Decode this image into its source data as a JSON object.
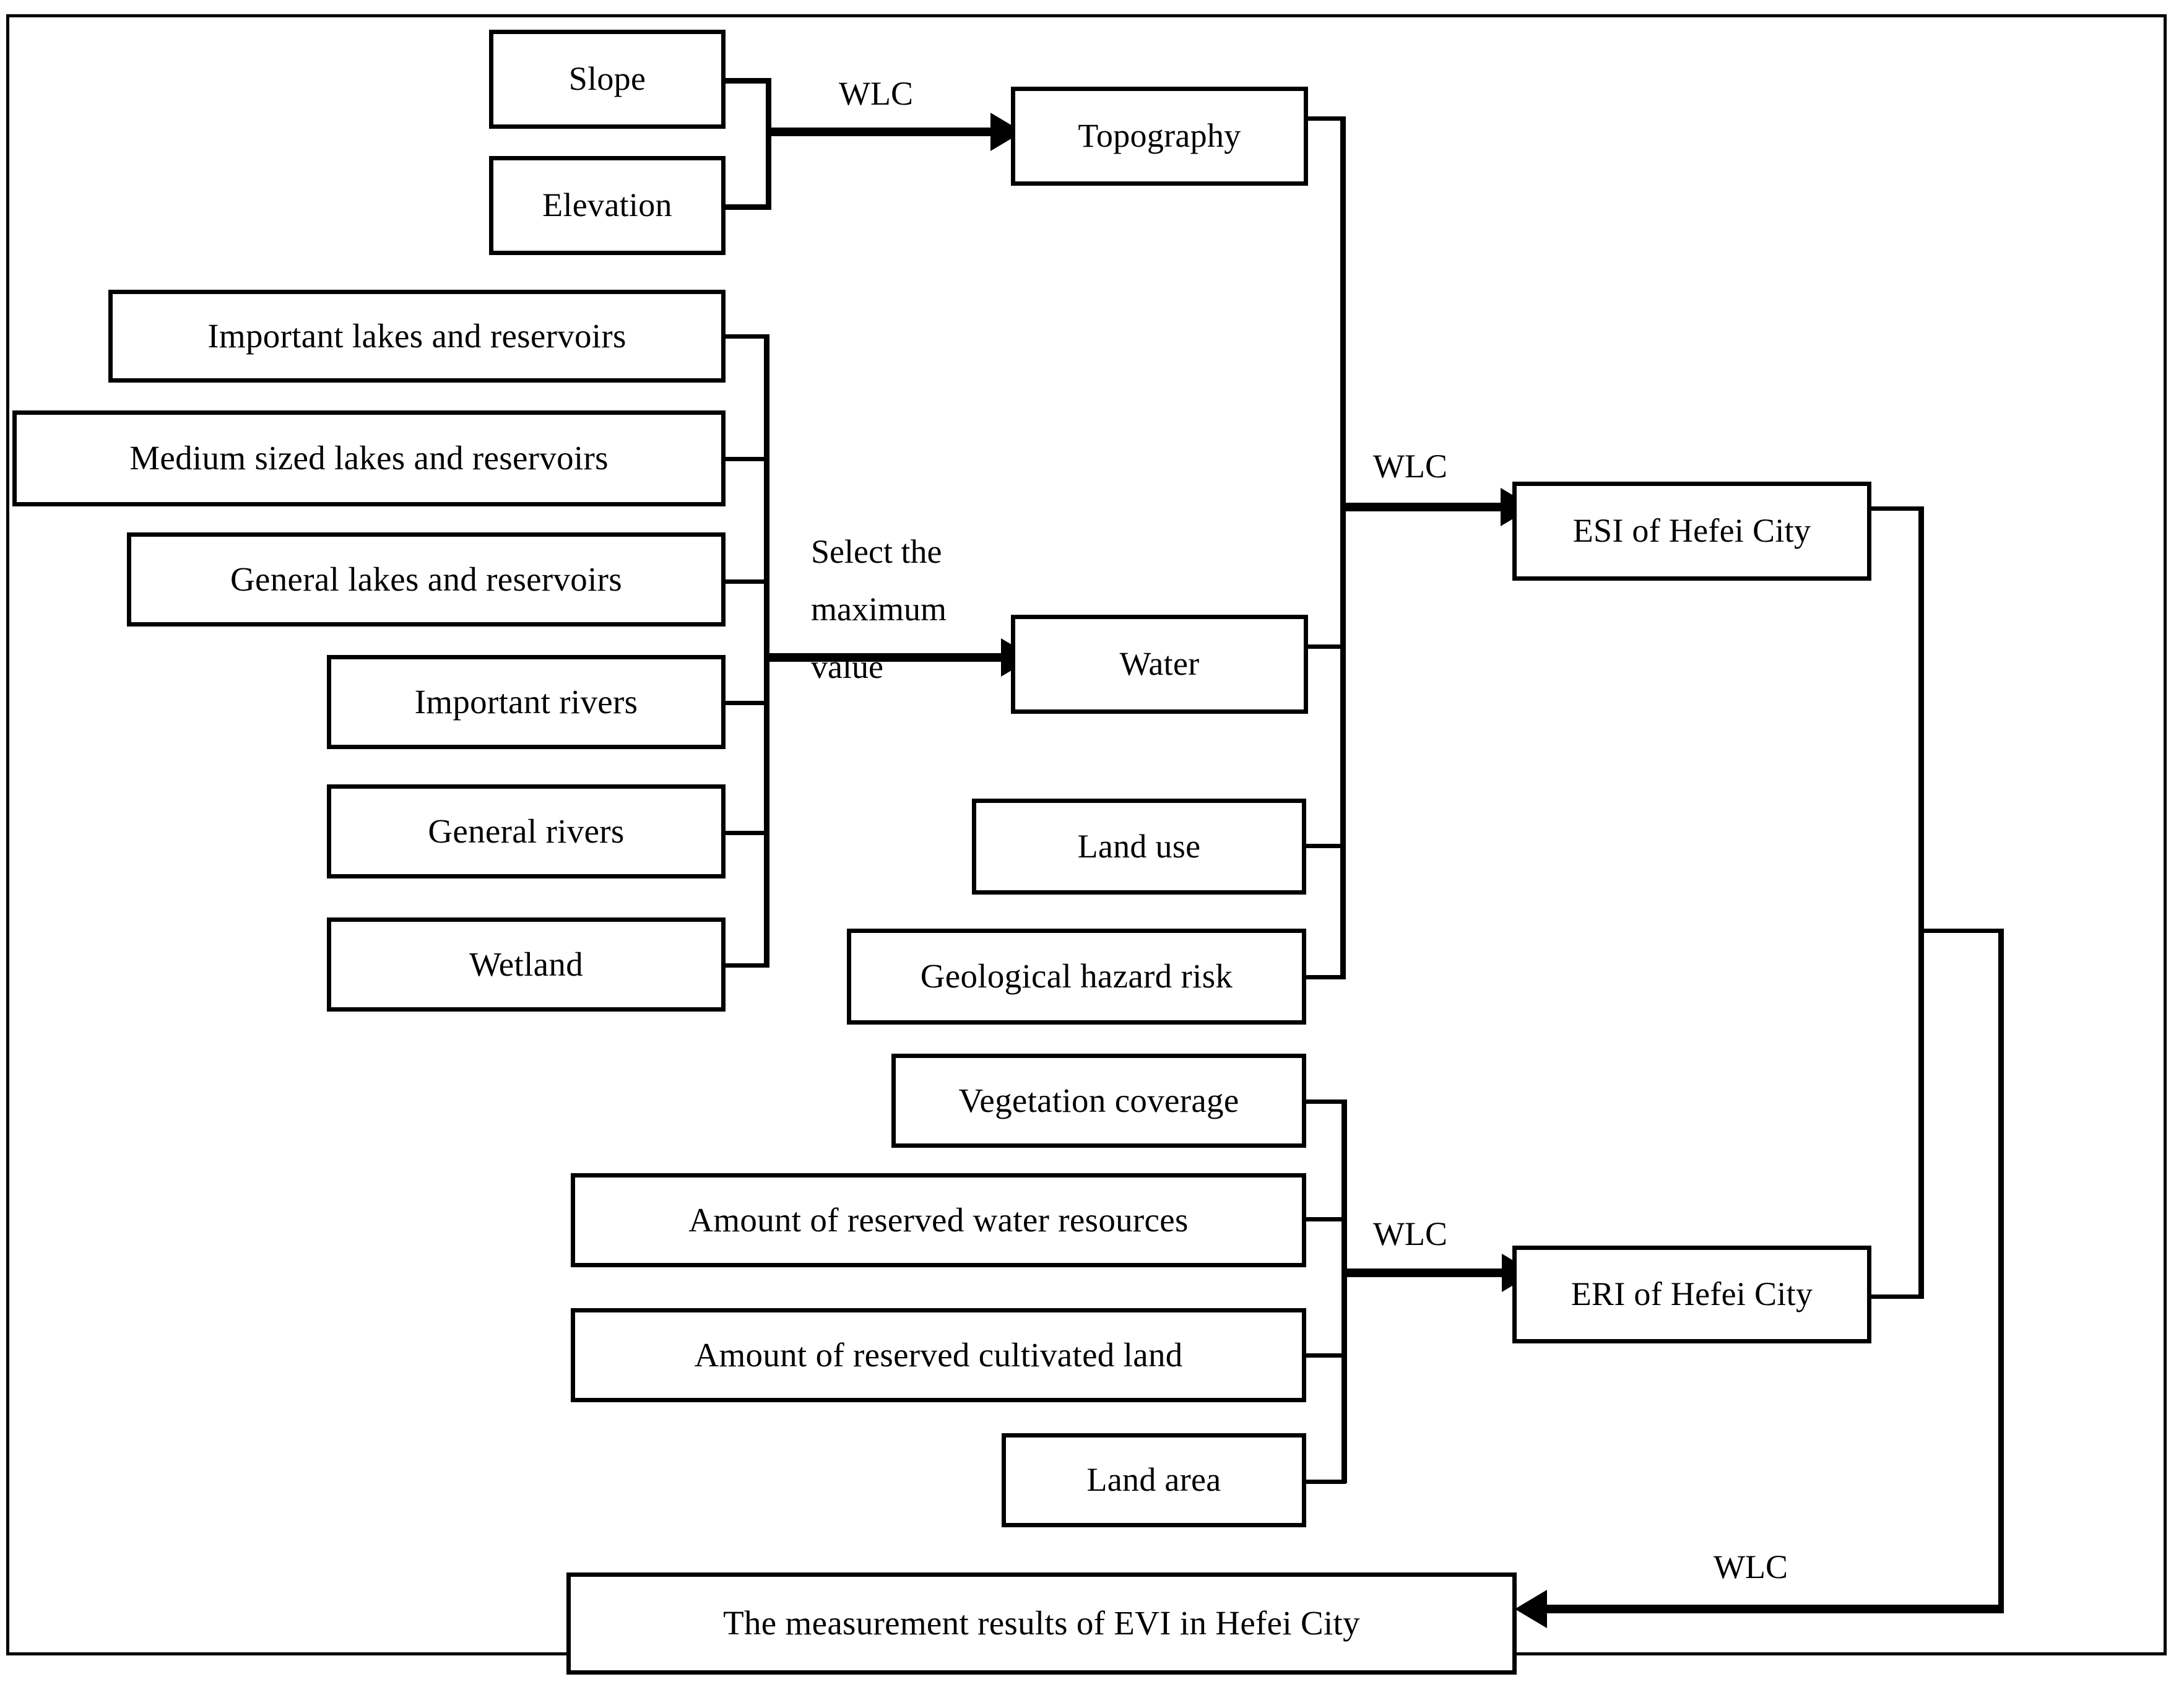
{
  "diagram": {
    "title": "ESI / ERI / EVI measurement framework for Hefei City",
    "inputs_topography": [
      {
        "id": "slope",
        "label": "Slope"
      },
      {
        "id": "elevation",
        "label": "Elevation"
      }
    ],
    "inputs_water": [
      {
        "id": "important-lakes",
        "label": "Important lakes and reservoirs"
      },
      {
        "id": "medium-lakes",
        "label": "Medium sized lakes and reservoirs"
      },
      {
        "id": "general-lakes",
        "label": "General lakes and reservoirs"
      },
      {
        "id": "important-rivers",
        "label": "Important rivers"
      },
      {
        "id": "general-rivers",
        "label": "General rivers"
      },
      {
        "id": "wetland",
        "label": "Wetland"
      }
    ],
    "mid_factors": [
      {
        "id": "topography",
        "label": "Topography"
      },
      {
        "id": "water",
        "label": "Water"
      },
      {
        "id": "land-use",
        "label": "Land use"
      },
      {
        "id": "geological-hazard-risk",
        "label": "Geological hazard risk"
      }
    ],
    "inputs_eri": [
      {
        "id": "vegetation-coverage",
        "label": "Vegetation coverage"
      },
      {
        "id": "reserved-water-resources",
        "label": "Amount of reserved water resources"
      },
      {
        "id": "reserved-cultivated-land",
        "label": "Amount of reserved cultivated land"
      },
      {
        "id": "land-area",
        "label": "Land area"
      }
    ],
    "indices": [
      {
        "id": "esi",
        "label": "ESI of Hefei City"
      },
      {
        "id": "eri",
        "label": "ERI of Hefei City"
      }
    ],
    "result": {
      "id": "evi-result",
      "label": "The measurement results of EVI in Hefei City"
    },
    "edge_labels": {
      "wlc_topography": "WLC",
      "wlc_esi": "WLC",
      "wlc_eri": "WLC",
      "wlc_evi": "WLC",
      "select_max_line1": "Select the",
      "select_max_line2": "maximum",
      "select_max_line3": "value"
    },
    "colors": {
      "line": "#000000",
      "box_fill": "#ffffff",
      "text": "#000000",
      "background": "#ffffff"
    }
  }
}
